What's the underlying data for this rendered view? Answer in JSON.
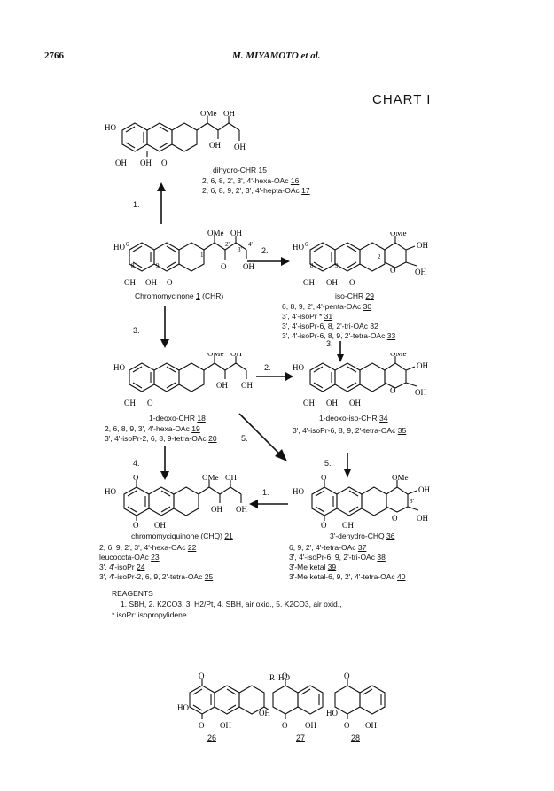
{
  "header": {
    "page_number": "2766",
    "authors": "M. MIYAMOTO et al."
  },
  "chart_title": "CHART I",
  "atoms": {
    "HO": "HO",
    "OH": "OH",
    "O": "O",
    "OMe": "OMe",
    "R": "R",
    "HO2": "HO",
    "n6": "6",
    "n8": "8",
    "n9": "9",
    "n1p": "1'",
    "n2p": "2'",
    "n3p": "3'",
    "n4p": "4'",
    "n2": "2",
    "n3": "3"
  },
  "steps": {
    "s1": "1.",
    "s2": "2.",
    "s3": "3.",
    "s4": "4.",
    "s5": "5."
  },
  "compounds": {
    "c15": {
      "name": "dihydro-CHR",
      "num": "15",
      "lines": [
        {
          "t": "2, 6, 8, 2', 3', 4'-hexa-OAc",
          "n": "16"
        },
        {
          "t": "2, 6, 8, 9, 2', 3', 4'-hepta-OAc",
          "n": "17"
        }
      ]
    },
    "c1": {
      "name": "Chromomycinone",
      "num": "1",
      "suffix": "(CHR)"
    },
    "c29": {
      "name": "iso-CHR",
      "num": "29",
      "lines": [
        {
          "t": "6, 8, 9, 2', 4'-penta-OAc",
          "n": "30"
        },
        {
          "t": "3', 4'-isoPr *",
          "n": "31"
        },
        {
          "t": "3', 4'-isoPr-6, 8, 2'-tri-OAc",
          "n": "32"
        },
        {
          "t": "3', 4'-isoPr-6, 8, 9, 2'-tetra-OAc",
          "n": "33"
        }
      ]
    },
    "c18": {
      "name": "1-deoxo-CHR",
      "num": "18",
      "lines": [
        {
          "t": "2, 6, 8, 9, 3', 4'-hexa-OAc",
          "n": "19"
        },
        {
          "t": "3', 4'-isoPr-2, 6, 8, 9-tetra-OAc",
          "n": "20"
        }
      ]
    },
    "c34": {
      "name": "1-deoxo-iso-CHR",
      "num": "34",
      "lines": [
        {
          "t": "3', 4'-isoPr-6, 8, 9, 2'-tetra-OAc",
          "n": "35"
        }
      ]
    },
    "c21": {
      "name": "chromomyciquinone (CHQ)",
      "num": "21",
      "lines": [
        {
          "t": "2, 6, 9, 2', 3', 4'-hexa-OAc",
          "n": "22"
        },
        {
          "t": "leucoocta-OAc",
          "n": "23"
        },
        {
          "t": "3', 4'-isoPr",
          "n": "24"
        },
        {
          "t": "3', 4'-isoPr-2, 6, 9, 2'-tetra-OAc",
          "n": "25"
        }
      ]
    },
    "c36": {
      "name": "3'-dehydro-CHQ",
      "num": "36",
      "lines": [
        {
          "t": "6, 9, 2', 4'-tetra-OAc",
          "n": "37"
        },
        {
          "t": "3', 4'-isoPr-6, 9, 2'-tri-OAc",
          "n": "38"
        },
        {
          "t": "3'-Me ketal",
          "n": "39"
        },
        {
          "t": "3'-Me ketal-6, 9, 2', 4'-tetra-OAc",
          "n": "40"
        }
      ]
    }
  },
  "reagents": {
    "heading": "REAGENTS",
    "line1": "1. SBH, 2. K2CO3, 3. H2/Pt, 4. SBH, air oxid., 5. K2CO3, air oxid.,",
    "line2": "* isoPr: isopropylidene."
  },
  "bottom_labels": {
    "a": "26",
    "b": "27",
    "c": "28"
  }
}
